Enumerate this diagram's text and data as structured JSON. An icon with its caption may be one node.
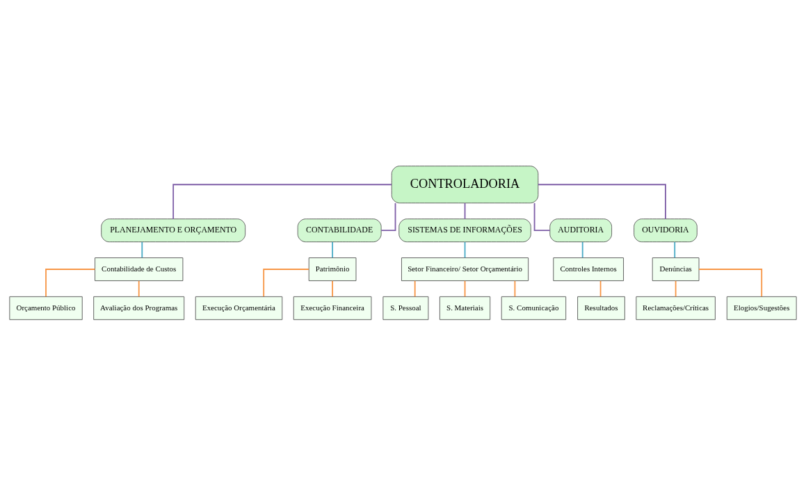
{
  "diagram": {
    "nodes": [
      {
        "text": [
          "CONTROLADORIA"
        ]
      },
      {
        "text": [
          "PLANEJAMENTO E ORÇAMENTO"
        ]
      },
      {
        "text": [
          "CONTABILIDADE"
        ]
      },
      {
        "text": [
          "SISTEMAS DE INFORMAÇÕES"
        ]
      },
      {
        "text": [
          "AUDITORIA"
        ]
      },
      {
        "text": [
          "OUVIDORIA"
        ]
      },
      {
        "text": [
          "Contabilidade de Custos"
        ]
      },
      {
        "text": [
          "Orçamento Público"
        ]
      },
      {
        "text": [
          "Avaliação dos Programas"
        ]
      },
      {
        "text": [
          "Patrimônio"
        ]
      },
      {
        "text": [
          "Execução Orçamentária"
        ]
      },
      {
        "text": [
          "Execução Financeira"
        ]
      },
      {
        "text": [
          "Setor Financeiro/ Setor Orçamentário"
        ]
      },
      {
        "text": [
          "S. Pessoal"
        ]
      },
      {
        "text": [
          "S. Materiais"
        ]
      },
      {
        "text": [
          "S. Comunicação"
        ]
      },
      {
        "text": [
          "Controles Internos"
        ]
      },
      {
        "text": [
          "Resultados"
        ]
      },
      {
        "text": [
          "Denúncias"
        ]
      },
      {
        "text": [
          "Reclamações/Críticas"
        ]
      },
      {
        "text": [
          "Elogios/Sugestões"
        ]
      }
    ],
    "edges": [
      {
        "from": 0,
        "to": 1,
        "arrow": "none",
        "color": "#7f5fa8"
      },
      {
        "from": 0,
        "to": 2,
        "arrow": "none",
        "color": "#7f5fa8"
      },
      {
        "from": 0,
        "to": 3,
        "arrow": "none",
        "color": "#7f5fa8"
      },
      {
        "from": 0,
        "to": 4,
        "arrow": "none",
        "color": "#7f5fa8"
      },
      {
        "from": 0,
        "to": 5,
        "arrow": "none",
        "color": "#7f5fa8"
      },
      {
        "from": 1,
        "to": 6,
        "arrow": "none",
        "color": "#4bacc6"
      },
      {
        "from": 2,
        "to": 9,
        "arrow": "none",
        "color": "#4bacc6"
      },
      {
        "from": 3,
        "to": 12,
        "arrow": "none",
        "color": "#4bacc6"
      },
      {
        "from": 4,
        "to": 16,
        "arrow": "none",
        "color": "#4bacc6"
      },
      {
        "from": 5,
        "to": 18,
        "arrow": "none",
        "color": "#4bacc6"
      },
      {
        "from": 6,
        "to": 7,
        "arrow": "none"
      },
      {
        "from": 6,
        "to": 8,
        "arrow": "none"
      },
      {
        "from": 9,
        "to": 10,
        "arrow": "none"
      },
      {
        "from": 9,
        "to": 11,
        "arrow": "none"
      },
      {
        "from": 12,
        "to": 13,
        "arrow": "none"
      },
      {
        "from": 12,
        "to": 14,
        "arrow": "none"
      },
      {
        "from": 12,
        "to": 15,
        "arrow": "none"
      },
      {
        "from": 16,
        "to": 17,
        "arrow": "none"
      },
      {
        "from": 18,
        "to": 19,
        "arrow": "none"
      },
      {
        "from": 18,
        "to": 20,
        "arrow": "none"
      }
    ]
  }
}
